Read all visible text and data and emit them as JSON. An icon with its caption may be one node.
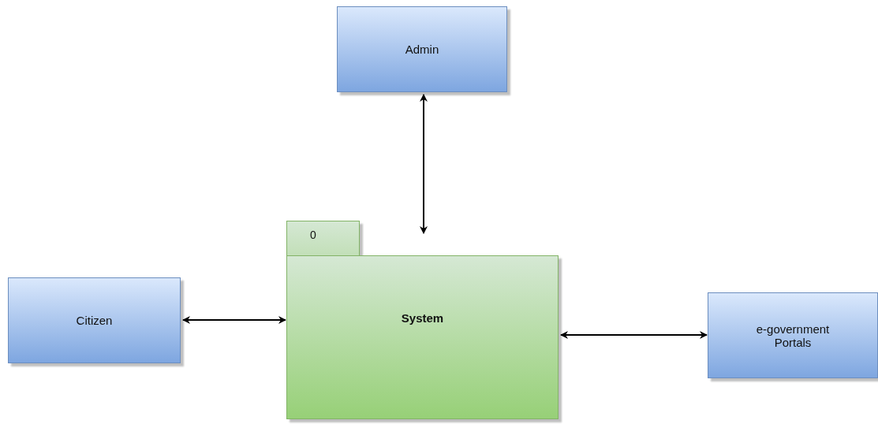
{
  "diagram": {
    "nodes": [
      {
        "text": [
          "Admin"
        ]
      },
      {
        "text": [
          "Citizen"
        ]
      },
      {
        "text": [
          "0",
          "System"
        ]
      },
      {
        "text": [
          "e-government Portals"
        ]
      }
    ],
    "edges": [
      {
        "from": 0,
        "to": 2,
        "arrow": "both"
      },
      {
        "from": 1,
        "to": 2,
        "arrow": "both"
      },
      {
        "from": 2,
        "to": 3,
        "arrow": "both"
      }
    ]
  }
}
